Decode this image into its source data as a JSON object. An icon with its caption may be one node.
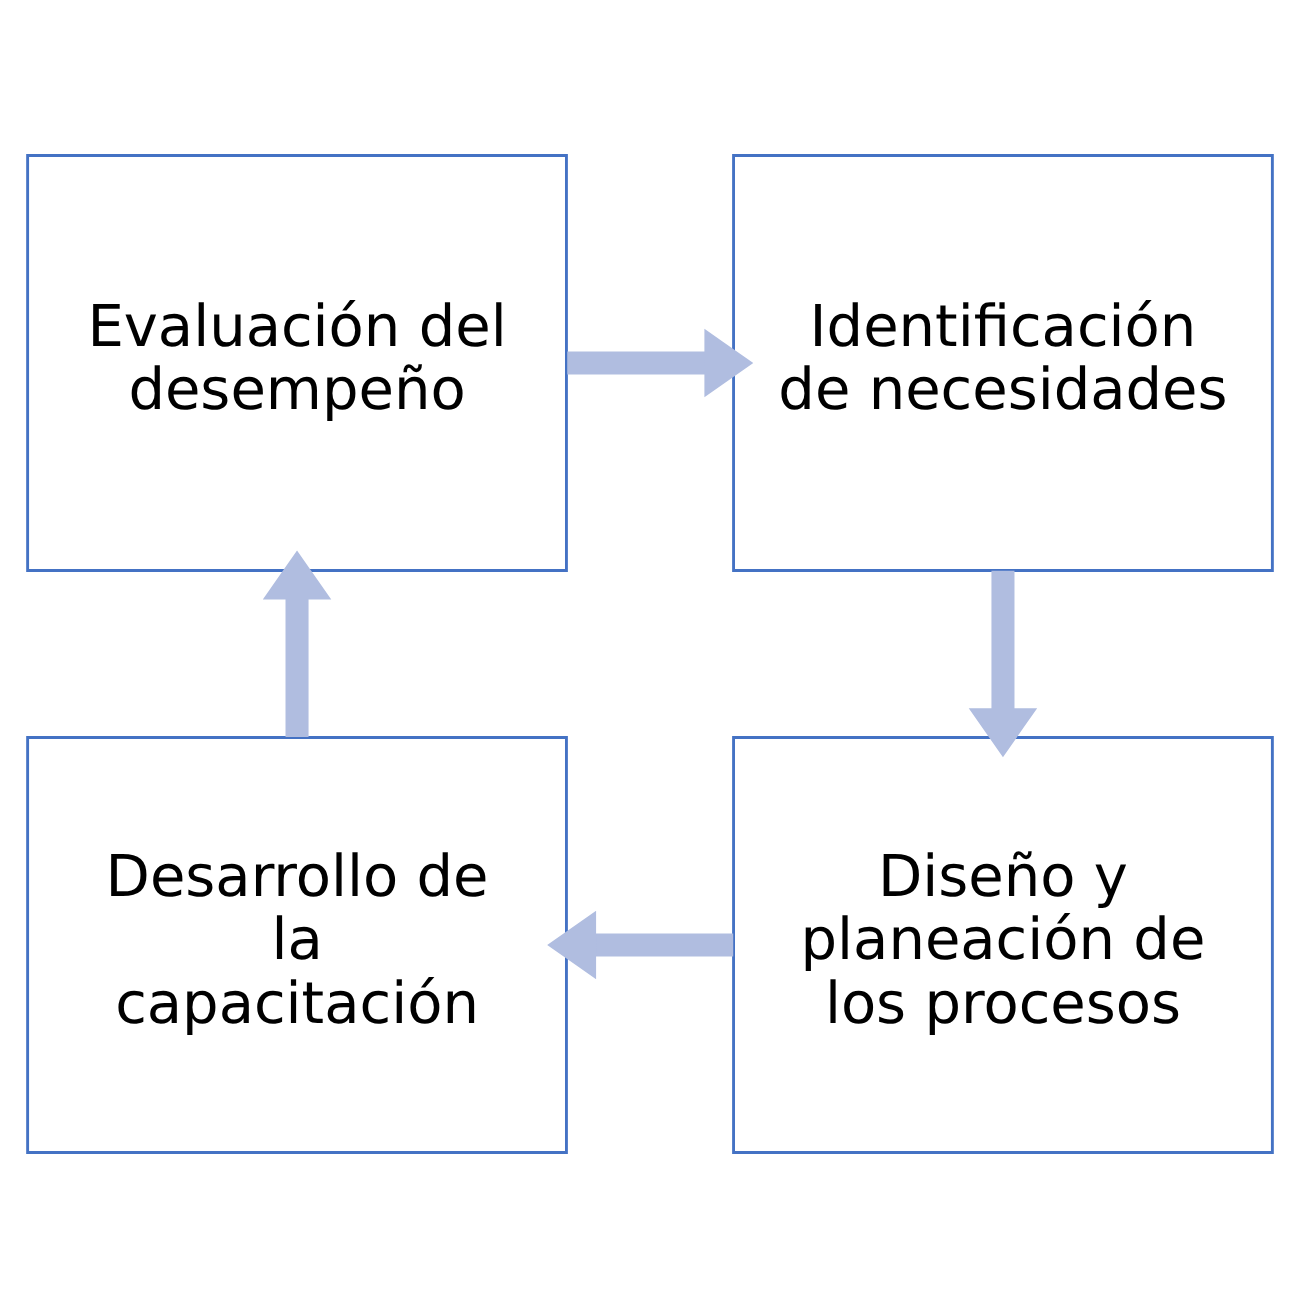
{
  "diagram": {
    "nodes": [
      {
        "text": [
          "Evaluación del desempeño"
        ]
      },
      {
        "text": [
          "Identificación de necesidades"
        ]
      },
      {
        "text": [
          "Desarrollo de la capacitación"
        ]
      },
      {
        "text": [
          "Diseño y planeación de los procesos"
        ]
      }
    ],
    "edges": [
      {
        "from": 0,
        "to": 1,
        "arrow": "to"
      },
      {
        "from": 1,
        "to": 3,
        "arrow": "to"
      },
      {
        "from": 3,
        "to": 2,
        "arrow": "to"
      },
      {
        "from": 2,
        "to": 0,
        "arrow": "to"
      }
    ]
  }
}
